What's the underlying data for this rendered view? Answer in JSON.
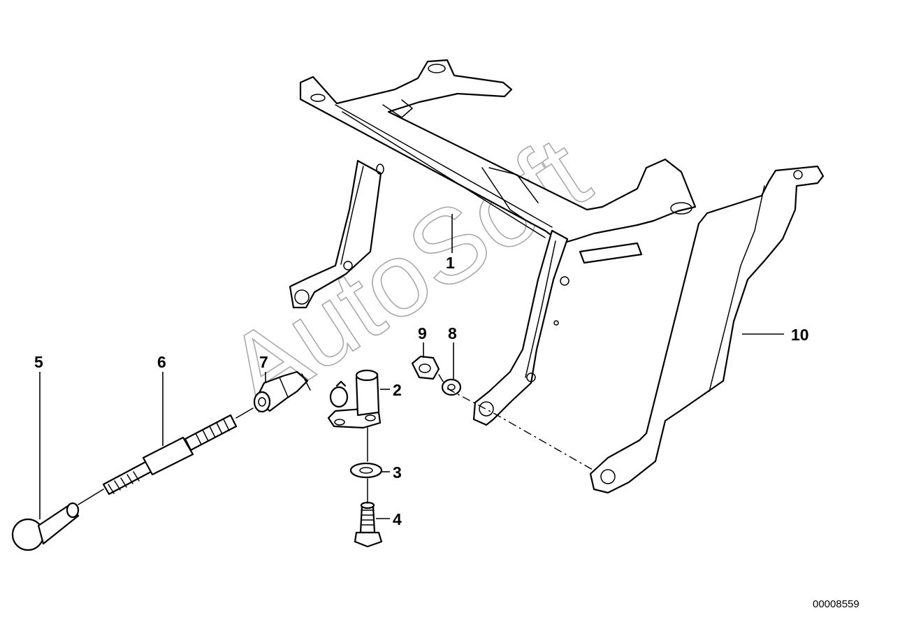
{
  "diagram": {
    "callouts": {
      "c1": "1",
      "c2": "2",
      "c3": "3",
      "c4": "4",
      "c5": "5",
      "c6": "6",
      "c7": "7",
      "c8": "8",
      "c9": "9",
      "c10": "10"
    },
    "watermark": "AutoSoft",
    "diagram_id": "00008559"
  }
}
